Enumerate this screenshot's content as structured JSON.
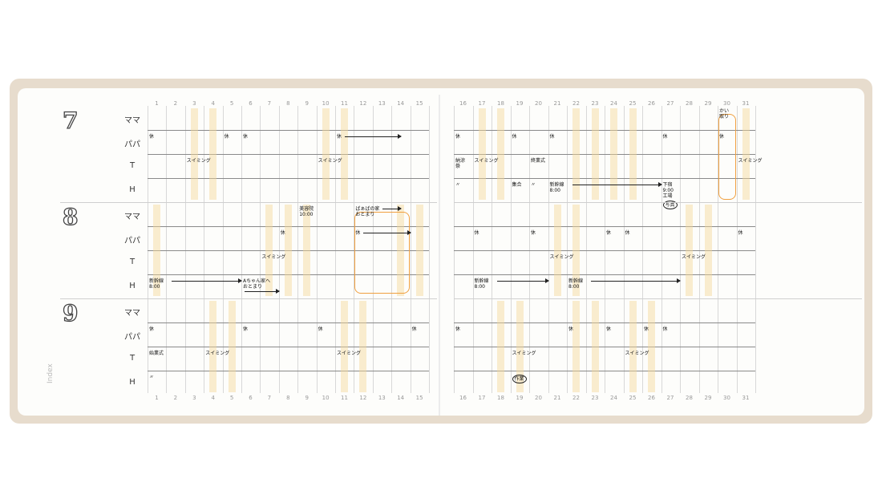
{
  "index_label": "Index",
  "row_labels": [
    "ママ",
    "パパ",
    "T",
    "H"
  ],
  "months": [
    {
      "month": "7",
      "highlighted_days": [
        3,
        4,
        10,
        11,
        17,
        18,
        22,
        23,
        24,
        25,
        31
      ],
      "notes": [
        {
          "day": 1,
          "row": 1,
          "text": "休"
        },
        {
          "day": 5,
          "row": 1,
          "text": "休"
        },
        {
          "day": 6,
          "row": 1,
          "text": "休"
        },
        {
          "day": 11,
          "row": 1,
          "text": "休",
          "arrow_to": 14.5
        },
        {
          "day": 3,
          "row": 2,
          "text": "スイミング"
        },
        {
          "day": 10,
          "row": 2,
          "text": "スイミング"
        },
        {
          "day": 16,
          "row": 1,
          "text": "休"
        },
        {
          "day": 19,
          "row": 1,
          "text": "休"
        },
        {
          "day": 21,
          "row": 1,
          "text": "休"
        },
        {
          "day": 27,
          "row": 1,
          "text": "休"
        },
        {
          "day": 30,
          "row": 1,
          "text": "休"
        },
        {
          "day": 30,
          "row": 0,
          "text": "かい\n取り"
        },
        {
          "day": 16,
          "row": 2,
          "text": "納涼\n祭"
        },
        {
          "day": 17,
          "row": 2,
          "text": "スイミング"
        },
        {
          "day": 20,
          "row": 2,
          "text": "終業式"
        },
        {
          "day": 31,
          "row": 2,
          "text": "スイミング"
        },
        {
          "day": 16,
          "row": 3,
          "text": "〃"
        },
        {
          "day": 19,
          "row": 3,
          "text": "集合"
        },
        {
          "day": 20,
          "row": 3,
          "text": "〃"
        },
        {
          "day": 21,
          "row": 3,
          "text": "新幹線\n8:00",
          "arrow_to": 27
        },
        {
          "day": 27,
          "row": 3,
          "text": "下宿\n9:00\n工場"
        },
        {
          "day": 27,
          "row": 3,
          "text": "写真",
          "circled": true
        }
      ],
      "boxes": [
        {
          "from": 30,
          "to": 30
        }
      ]
    },
    {
      "month": "8",
      "highlighted_days": [
        1,
        7,
        8,
        9,
        14,
        15,
        21,
        22,
        28,
        29
      ],
      "notes": [
        {
          "day": 9,
          "row": 0,
          "text": "美容院\n10:00"
        },
        {
          "day": 12,
          "row": 0,
          "text": "ばぁばの家\nおとまり",
          "arrow_to": 14.5
        },
        {
          "day": 8,
          "row": 1,
          "text": "休"
        },
        {
          "day": 12,
          "row": 1,
          "text": "休",
          "arrow_to": 15
        },
        {
          "day": 7,
          "row": 2,
          "text": "スイミング"
        },
        {
          "day": 1,
          "row": 3,
          "text": "新幹線\n8:00",
          "arrow_to": 6
        },
        {
          "day": 6,
          "row": 3,
          "text": "Aちゃん家へ\nおとまり",
          "arrow_to": 8
        },
        {
          "day": 17,
          "row": 1,
          "text": "休"
        },
        {
          "day": 20,
          "row": 1,
          "text": "休"
        },
        {
          "day": 24,
          "row": 1,
          "text": "休"
        },
        {
          "day": 25,
          "row": 1,
          "text": "休"
        },
        {
          "day": 31,
          "row": 1,
          "text": "休"
        },
        {
          "day": 21,
          "row": 2,
          "text": "スイミング"
        },
        {
          "day": 28,
          "row": 2,
          "text": "スイミング"
        },
        {
          "day": 17,
          "row": 3,
          "text": "新幹線\n8:00",
          "arrow_to": 21
        },
        {
          "day": 22,
          "row": 3,
          "text": "新幹線\n8:00",
          "arrow_to": 28
        }
      ],
      "boxes": [
        {
          "from": 12,
          "to": 14
        }
      ]
    },
    {
      "month": "9",
      "highlighted_days": [
        4,
        5,
        11,
        12,
        18,
        19,
        22,
        23,
        25,
        26
      ],
      "notes": [
        {
          "day": 1,
          "row": 1,
          "text": "休"
        },
        {
          "day": 6,
          "row": 1,
          "text": "休"
        },
        {
          "day": 10,
          "row": 1,
          "text": "休"
        },
        {
          "day": 15,
          "row": 1,
          "text": "休"
        },
        {
          "day": 16,
          "row": 1,
          "text": "休"
        },
        {
          "day": 22,
          "row": 1,
          "text": "休"
        },
        {
          "day": 24,
          "row": 1,
          "text": "休"
        },
        {
          "day": 26,
          "row": 1,
          "text": "休"
        },
        {
          "day": 27,
          "row": 1,
          "text": "休"
        },
        {
          "day": 1,
          "row": 2,
          "text": "始業式"
        },
        {
          "day": 4,
          "row": 2,
          "text": "スイミング"
        },
        {
          "day": 11,
          "row": 2,
          "text": "スイミング"
        },
        {
          "day": 19,
          "row": 2,
          "text": "スイミング"
        },
        {
          "day": 25,
          "row": 2,
          "text": "スイミング"
        },
        {
          "day": 1,
          "row": 3,
          "text": "〃"
        },
        {
          "day": 19,
          "row": 3,
          "text": "作業",
          "circled": true
        }
      ],
      "boxes": []
    }
  ],
  "colors": {
    "frame": "#e7dccd",
    "highlight": "#f5d796",
    "box": "#f0a040"
  }
}
